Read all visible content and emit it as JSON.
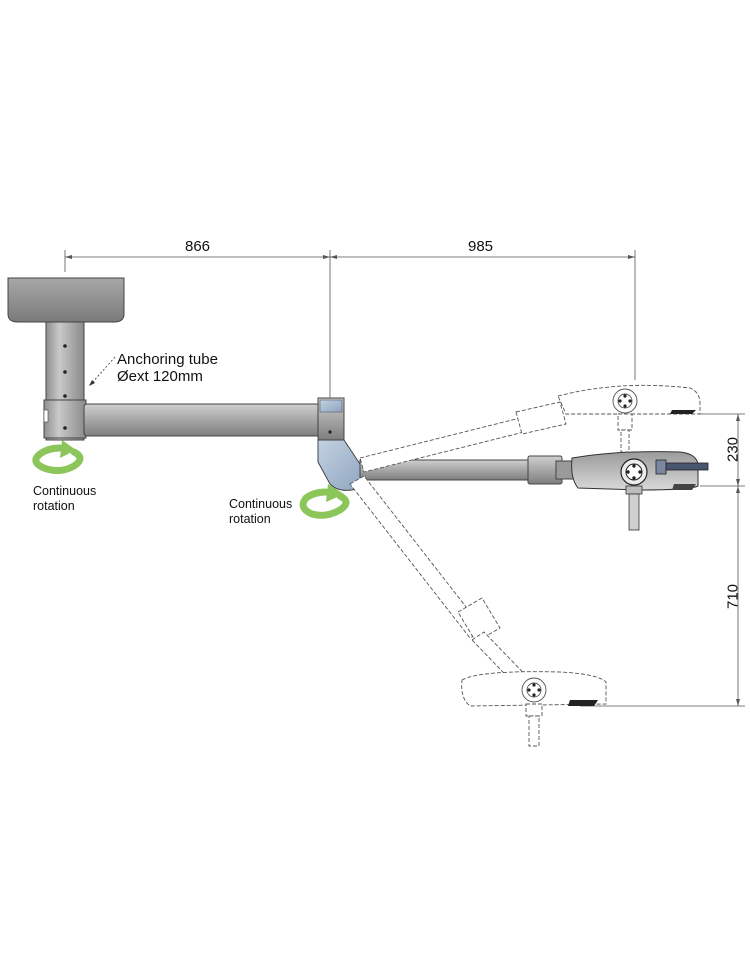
{
  "dimensions": {
    "arm1_length": "866",
    "arm2_length": "985",
    "height_upper": "230",
    "height_lower": "710"
  },
  "labels": {
    "anchoring_line1": "Anchoring tube",
    "anchoring_line2": "Øext 120mm",
    "rotation1_line1": "Continuous",
    "rotation1_line2": "rotation",
    "rotation2_line1": "Continuous",
    "rotation2_line2": "rotation"
  },
  "colors": {
    "body_gray": "#a9a9a9",
    "joint_blue": "#9fb4cc",
    "rotation_arrow": "#8cc65a",
    "dim_line": "#555555"
  }
}
